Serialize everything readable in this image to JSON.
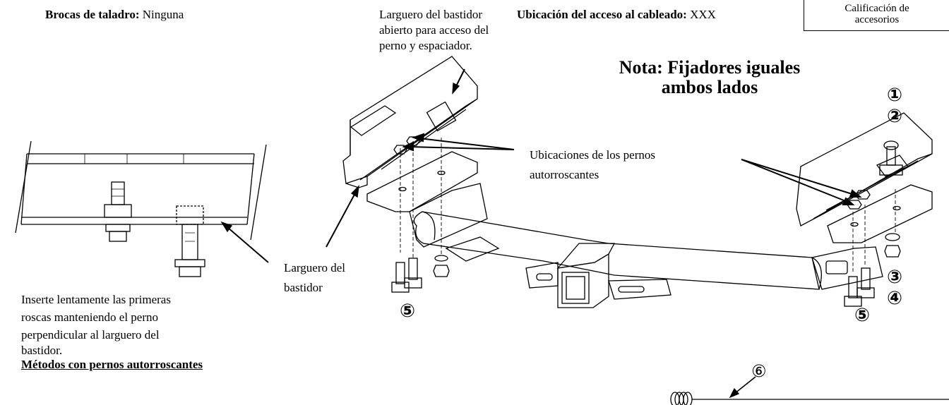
{
  "header": {
    "drill_bits_label": "Brocas de taladro:",
    "drill_bits_value": "Ninguna",
    "wiring_label": "Ubicación del acceso al cableado:",
    "wiring_value": "XXX",
    "rating_box_line1": "Calificación de",
    "rating_box_line2": "accesorios"
  },
  "callouts": {
    "frame_open_line1": "Larguero del bastidor",
    "frame_open_line2": "abierto para acceso del",
    "frame_open_line3": "perno y espaciador.",
    "note_line1": "Nota: Fijadores iguales",
    "note_line2": "ambos lados",
    "bolt_locations_line1": "Ubicaciones de los pernos",
    "bolt_locations_line2": "autorroscantes",
    "frame_rail_line1": "Larguero del",
    "frame_rail_line2": "bastidor"
  },
  "instructions": {
    "line1": "Inserte lentamente las primeras",
    "line2": "roscas manteniendo el perno",
    "line3": "perpendicular al larguero del",
    "line4": "bastidor.",
    "title": "Métodos con pernos autorroscantes"
  },
  "part_numbers": {
    "p1": "①",
    "p2": "②",
    "p3": "③",
    "p4": "④",
    "p5_left": "⑤",
    "p5_right": "⑤",
    "p6": "⑥"
  },
  "icons": [
    "arrow-icon",
    "hitch-drawing",
    "frame-rail-detail-drawing",
    "wire-coil-icon"
  ]
}
